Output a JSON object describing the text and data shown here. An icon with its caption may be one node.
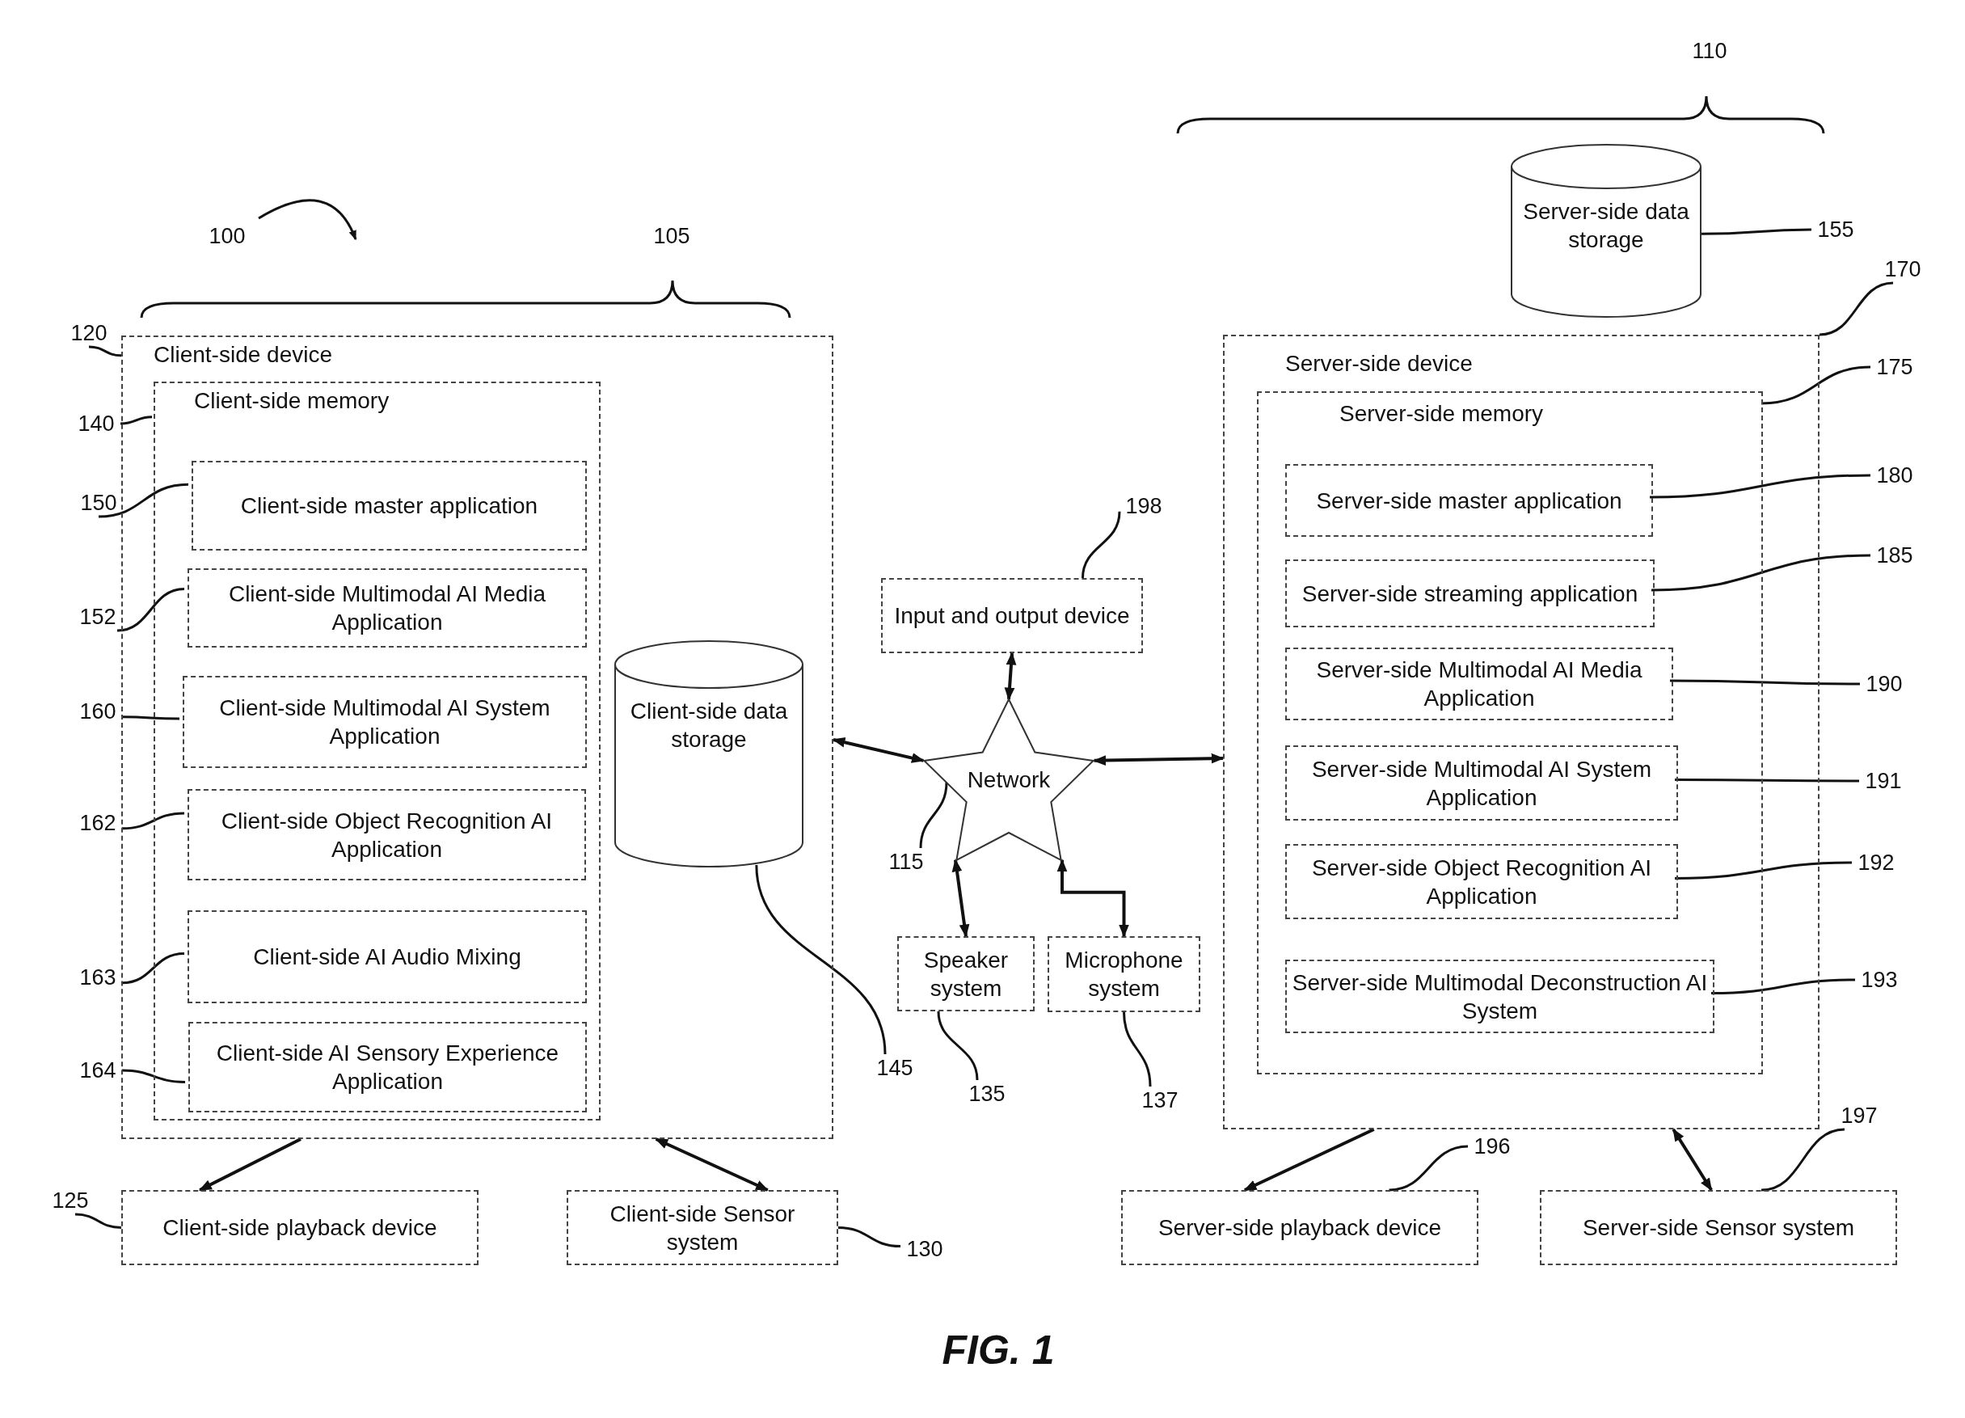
{
  "diagram": {
    "nodes": [
      {
        "text": [
          "Client-side device"
        ]
      },
      {
        "text": [
          "Client-side memory"
        ],
        "in": 0
      },
      {
        "text": [
          "Client-side master application"
        ],
        "in": 1
      },
      {
        "text": [
          "Client-side Multimodal AI Media Application"
        ],
        "in": 1
      },
      {
        "text": [
          "Client-side Multimodal AI System Application"
        ],
        "in": 1
      },
      {
        "text": [
          "Client-side Object Recognition AI Application"
        ],
        "in": 1
      },
      {
        "text": [
          "Client-side AI Audio Mixing"
        ],
        "in": 1
      },
      {
        "text": [
          "Client-side AI Sensory Experience Application"
        ],
        "in": 1
      },
      {
        "text": [
          "Client-side data storage"
        ],
        "in": 0
      },
      {
        "text": [
          "Server-side data storage"
        ]
      },
      {
        "text": [
          "Server-side device"
        ]
      },
      {
        "text": [
          "Server-side memory"
        ],
        "in": 10
      },
      {
        "text": [
          "Server-side master application"
        ],
        "in": 11
      },
      {
        "text": [
          "Server-side streaming application"
        ],
        "in": 11
      },
      {
        "text": [
          "Server-side Multimodal AI Media Application"
        ],
        "in": 11
      },
      {
        "text": [
          "Server-side Multimodal AI System Application"
        ],
        "in": 11
      },
      {
        "text": [
          "Server-side Object Recognition AI Application"
        ],
        "in": 11
      },
      {
        "text": [
          "Server-side Multimodal Deconstruction AI System"
        ],
        "in": 11
      },
      {
        "text": [
          "Input and output device"
        ]
      },
      {
        "text": [
          "Network"
        ]
      },
      {
        "text": [
          "Speaker system"
        ]
      },
      {
        "text": [
          "Microphone system"
        ]
      },
      {
        "text": [
          "Client-side playback device"
        ]
      },
      {
        "text": [
          "Client-side Sensor system"
        ]
      },
      {
        "text": [
          "Server-side playback device"
        ]
      },
      {
        "text": [
          "Server-side Sensor system"
        ]
      },
      {
        "text": [
          "120"
        ]
      },
      {
        "text": [
          "140"
        ]
      },
      {
        "text": [
          "150"
        ]
      },
      {
        "text": [
          "152"
        ]
      },
      {
        "text": [
          "160"
        ]
      },
      {
        "text": [
          "162"
        ]
      },
      {
        "text": [
          "163"
        ]
      },
      {
        "text": [
          "164"
        ]
      },
      {
        "text": [
          "145"
        ]
      },
      {
        "text": [
          "155"
        ]
      },
      {
        "text": [
          "170"
        ]
      },
      {
        "text": [
          "175"
        ]
      },
      {
        "text": [
          "180"
        ]
      },
      {
        "text": [
          "185"
        ]
      },
      {
        "text": [
          "190"
        ]
      },
      {
        "text": [
          "191"
        ]
      },
      {
        "text": [
          "192"
        ]
      },
      {
        "text": [
          "193"
        ]
      },
      {
        "text": [
          "198"
        ]
      },
      {
        "text": [
          "115"
        ]
      },
      {
        "text": [
          "135"
        ]
      },
      {
        "text": [
          "137"
        ]
      },
      {
        "text": [
          "125"
        ]
      },
      {
        "text": [
          "130"
        ]
      },
      {
        "text": [
          "196"
        ]
      },
      {
        "text": [
          "197"
        ]
      }
    ],
    "edges": [
      {
        "from": 0,
        "to": 19,
        "arrow": "both"
      },
      {
        "from": 19,
        "to": 10,
        "arrow": "both"
      },
      {
        "from": 19,
        "to": 18,
        "arrow": "both"
      },
      {
        "from": 19,
        "to": 20,
        "arrow": "both"
      },
      {
        "from": 19,
        "to": 21,
        "arrow": "both"
      },
      {
        "from": 0,
        "to": 22,
        "arrow": "to"
      },
      {
        "from": 0,
        "to": 23,
        "arrow": "both"
      },
      {
        "from": 10,
        "to": 24,
        "arrow": "to"
      },
      {
        "from": 10,
        "to": 25,
        "arrow": "both"
      },
      {
        "from": 26,
        "to": 0,
        "arrow": "none"
      },
      {
        "from": 27,
        "to": 1,
        "arrow": "none"
      },
      {
        "from": 28,
        "to": 2,
        "arrow": "none"
      },
      {
        "from": 29,
        "to": 3,
        "arrow": "none"
      },
      {
        "from": 30,
        "to": 4,
        "arrow": "none"
      },
      {
        "from": 31,
        "to": 5,
        "arrow": "none"
      },
      {
        "from": 32,
        "to": 6,
        "arrow": "none"
      },
      {
        "from": 33,
        "to": 7,
        "arrow": "none"
      },
      {
        "from": 34,
        "to": 8,
        "arrow": "none"
      },
      {
        "from": 35,
        "to": 9,
        "arrow": "none"
      },
      {
        "from": 36,
        "to": 10,
        "arrow": "none"
      },
      {
        "from": 37,
        "to": 11,
        "arrow": "none"
      },
      {
        "from": 38,
        "to": 12,
        "arrow": "none"
      },
      {
        "from": 39,
        "to": 13,
        "arrow": "none"
      },
      {
        "from": 40,
        "to": 14,
        "arrow": "none"
      },
      {
        "from": 41,
        "to": 15,
        "arrow": "none"
      },
      {
        "from": 42,
        "to": 16,
        "arrow": "none"
      },
      {
        "from": 43,
        "to": 17,
        "arrow": "none"
      },
      {
        "from": 44,
        "to": 18,
        "arrow": "none"
      },
      {
        "from": 45,
        "to": 19,
        "arrow": "none"
      },
      {
        "from": 46,
        "to": 20,
        "arrow": "none"
      },
      {
        "from": 47,
        "to": 21,
        "arrow": "none"
      },
      {
        "from": 48,
        "to": 22,
        "arrow": "none"
      },
      {
        "from": 49,
        "to": 23,
        "arrow": "none"
      },
      {
        "from": 50,
        "to": 24,
        "arrow": "none"
      },
      {
        "from": 51,
        "to": 25,
        "arrow": "none"
      }
    ],
    "labels": [
      "110",
      "100",
      "105",
      "FIG. 1"
    ]
  }
}
